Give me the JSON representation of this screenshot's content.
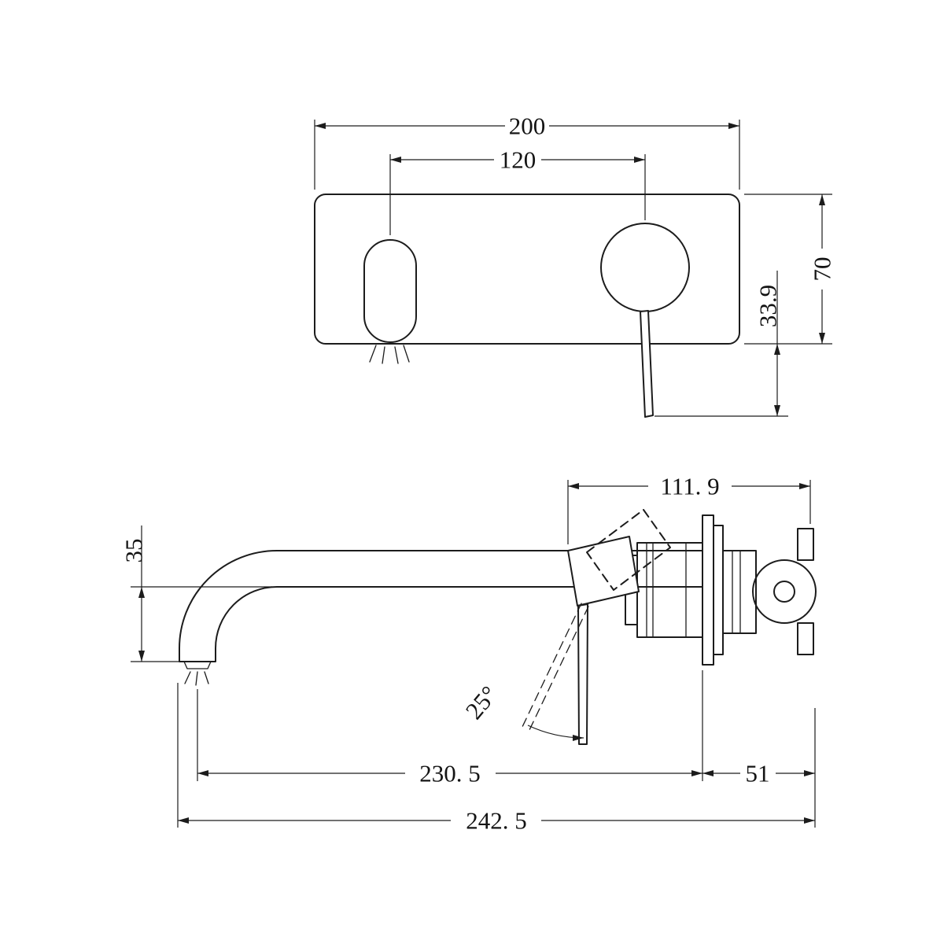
{
  "drawing": {
    "background_color": "#ffffff",
    "line_color": "#1c1c1c"
  },
  "front_view": {
    "plate_width": "200",
    "spout_to_handle_centres": "120",
    "plate_height": "70",
    "handle_drop": "33.9"
  },
  "side_view": {
    "body_projection": "111. 9",
    "spout_drop": "35",
    "lever_angle": "25°",
    "spout_reach": "230. 5",
    "concealed_depth": "51",
    "overall_reach": "242. 5"
  }
}
